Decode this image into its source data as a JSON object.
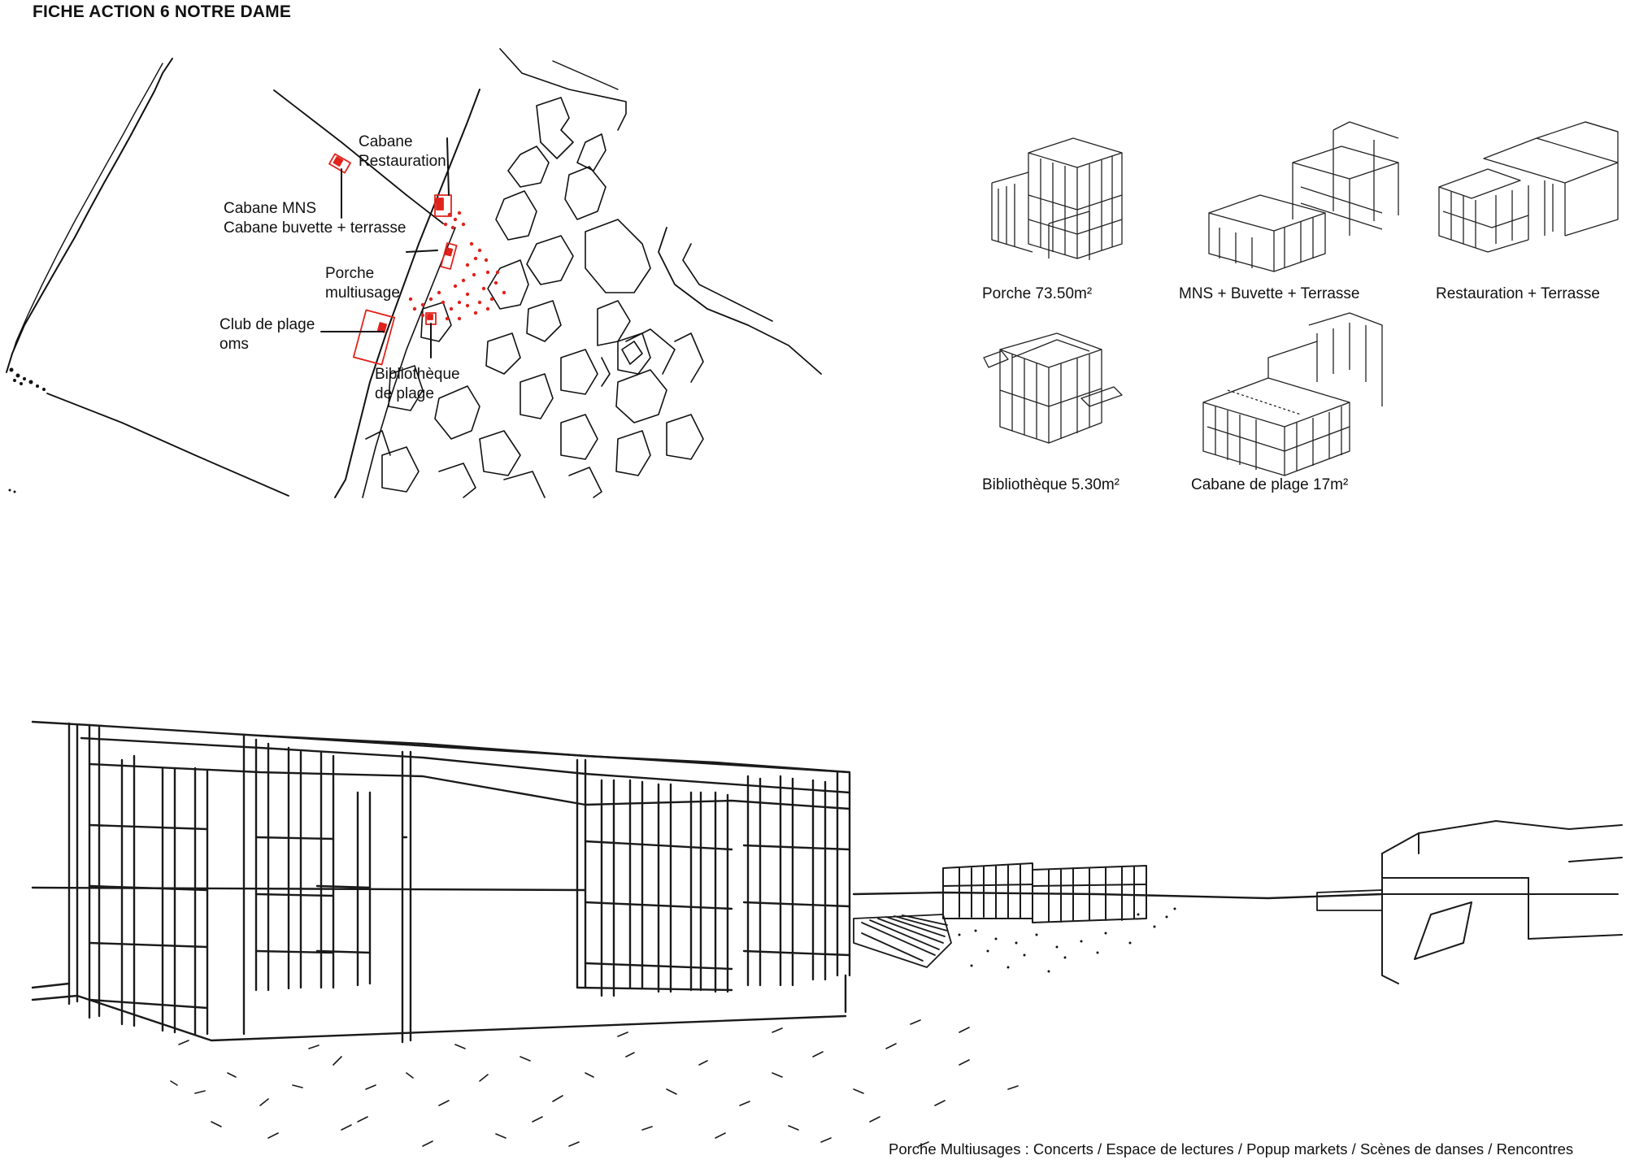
{
  "title": {
    "part1": "FICHE ACTION 6 ",
    "part2": "NOTRE DAME"
  },
  "map_labels": {
    "cabane_restauration": [
      "Cabane",
      "Restauration"
    ],
    "cabane_mns": [
      "Cabane MNS",
      "Cabane buvette + terrasse"
    ],
    "porche": [
      "Porche",
      "multiusage"
    ],
    "club_plage": [
      "Club de plage",
      "oms"
    ],
    "bibliotheque": [
      "Bibliothèque",
      "de plage"
    ]
  },
  "axonometrics": [
    {
      "label": "Porche 73.50m²"
    },
    {
      "label": "MNS + Buvette + Terrasse"
    },
    {
      "label": "Restauration + Terrasse"
    },
    {
      "label": "Bibliothèque 5.30m²"
    },
    {
      "label": "Cabane de plage 17m²"
    }
  ],
  "caption": "Porche Multiusages :  Concerts / Espace de lectures / Popup markets / Scènes de danses / Rencontres",
  "colors": {
    "ink": "#111111",
    "accent": "#e0231c"
  }
}
